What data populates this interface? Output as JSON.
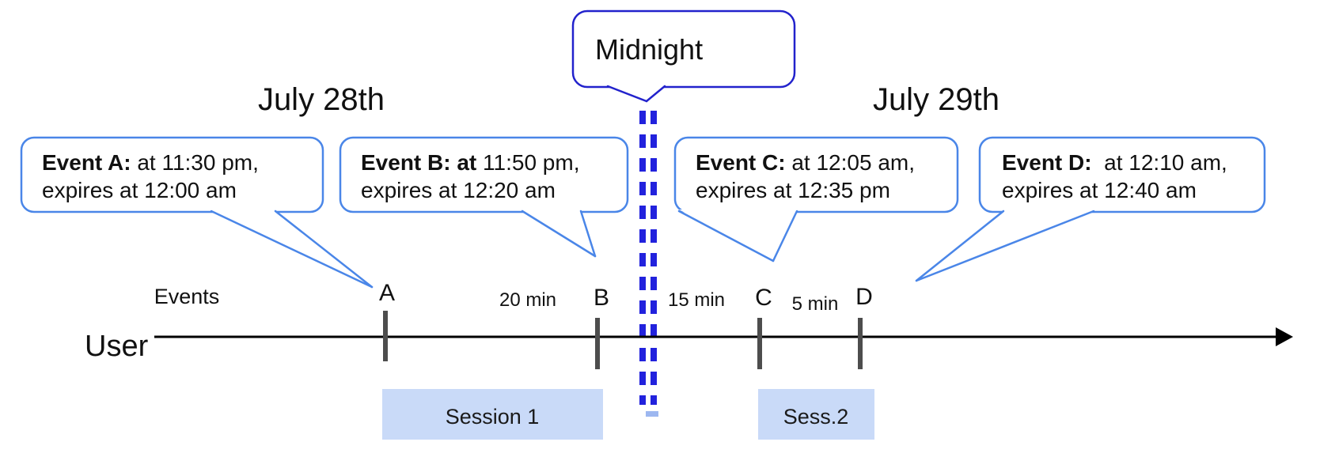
{
  "titles": {
    "left": "July 28th",
    "right": "July 29th"
  },
  "midnight": {
    "label": "Midnight"
  },
  "events": [
    {
      "id": "A",
      "bold": "Event A:",
      "line1_rest": " at 11:30 pm,",
      "line2": "expires at 12:00 am"
    },
    {
      "id": "B",
      "bold": "Event B: at",
      "line1_rest": " 11:50 pm,",
      "line2": "expires at 12:20 am"
    },
    {
      "id": "C",
      "bold": "Event C:",
      "line1_rest": " at 12:05 am,",
      "line2": "expires at 12:35 pm"
    },
    {
      "id": "D",
      "bold": "Event D:",
      "line1_rest": "  at 12:10 am,",
      "line2": "expires at 12:40 am"
    }
  ],
  "axis": {
    "events_label": "Events",
    "user_label": "User",
    "tick_labels": [
      "A",
      "B",
      "C",
      "D"
    ],
    "intervals": [
      "20 min",
      "15 min",
      "5 min"
    ]
  },
  "sessions": [
    {
      "label": "Session 1"
    },
    {
      "label": "Sess.2"
    }
  ],
  "colors": {
    "callout_border": "#4a86e8",
    "midnight_border": "#2222cc",
    "midnight_dash": "#2222dd",
    "session_fill": "#c9daf8",
    "tick": "#4d4d4d",
    "timeline": "#000000",
    "text": "#111111"
  }
}
